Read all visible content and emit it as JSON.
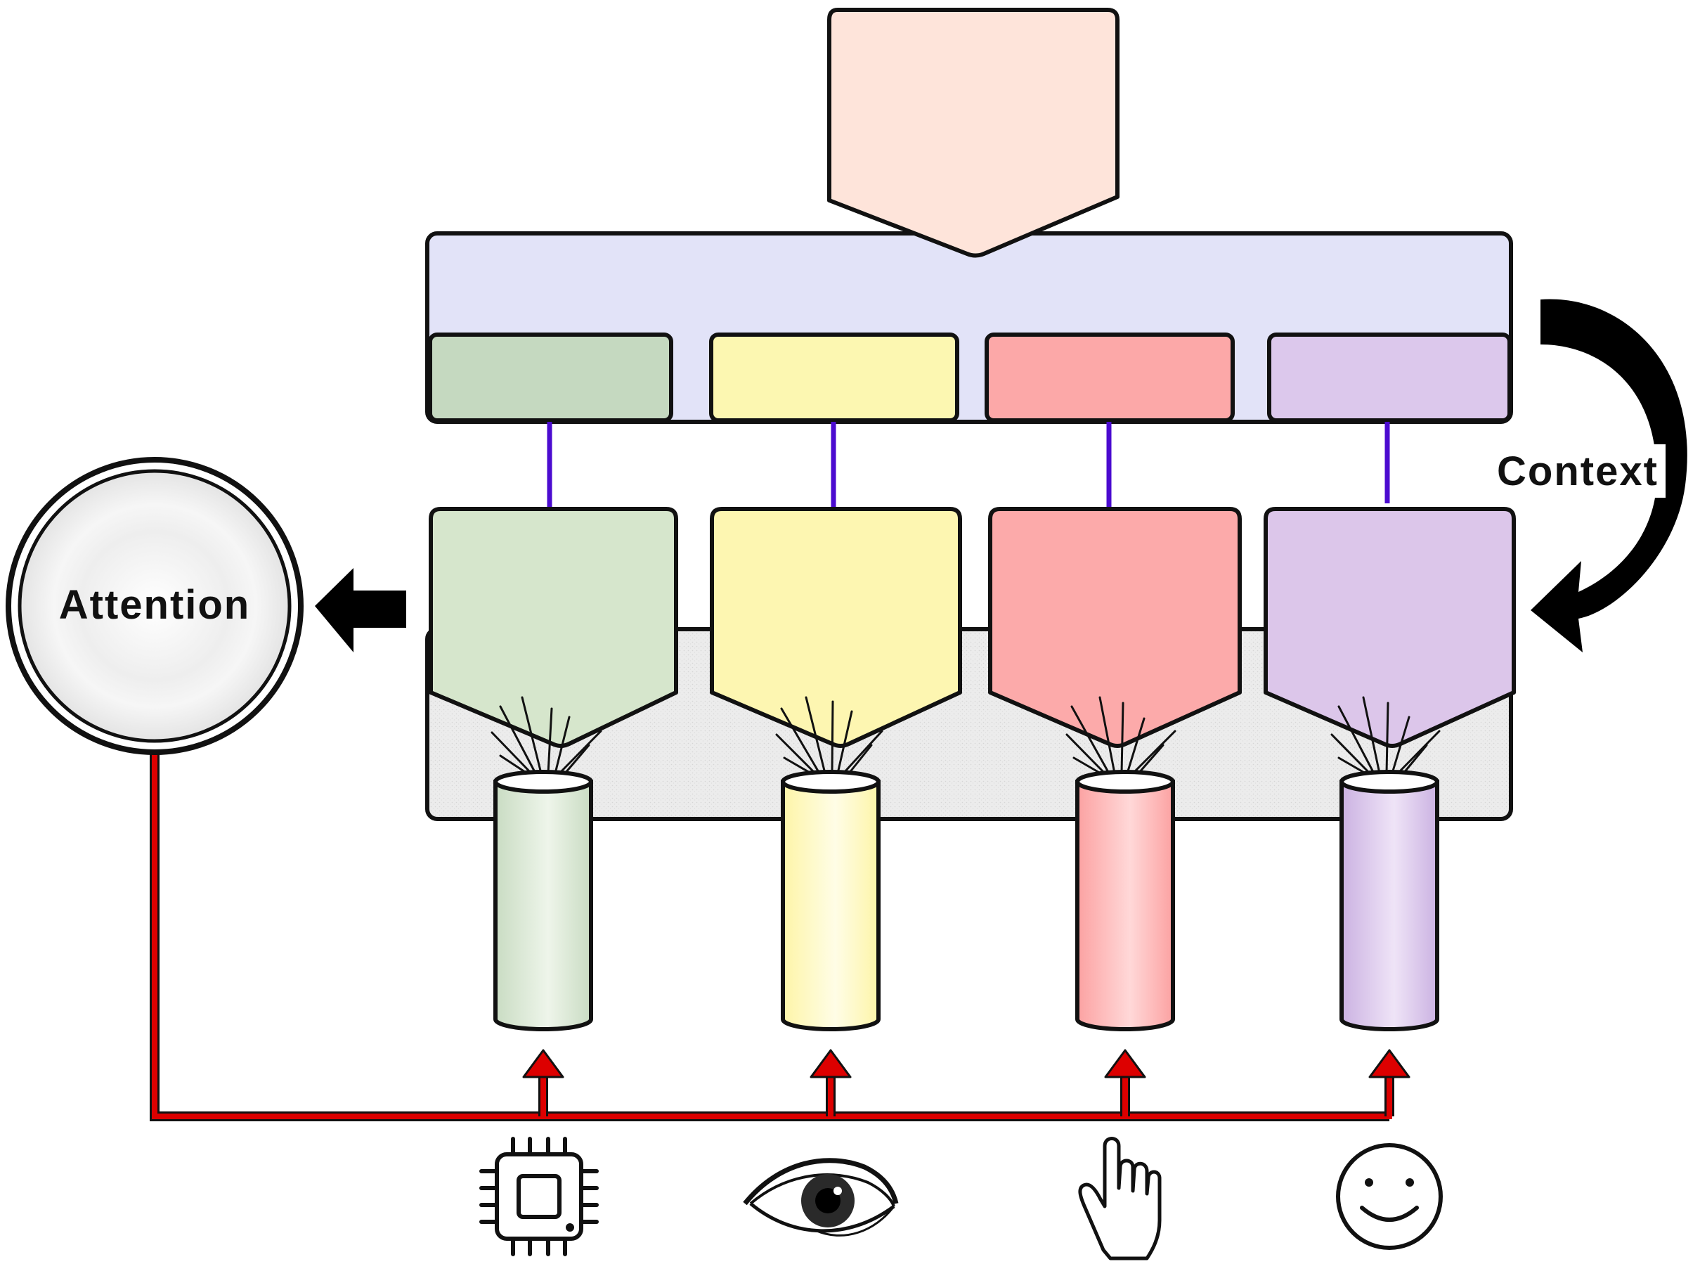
{
  "labels": {
    "attention": "Attention",
    "context": "Context"
  },
  "colors": {
    "top_block": "#fee4da",
    "panel": "#e2e3f8",
    "tray": "#eeeeee",
    "connector": "#4b0bd0",
    "feedback": "#dd0000",
    "outline": "#111111"
  },
  "modules": [
    {
      "name": "green",
      "fill": "#d6e6cc",
      "slot": "#c5d9c0",
      "cyl": "#c9dcc3",
      "icon": "chip-icon"
    },
    {
      "name": "yellow",
      "fill": "#fdf6b1",
      "slot": "#fcf7b1",
      "cyl": "#fdf9b9",
      "icon": "eye-icon"
    },
    {
      "name": "red",
      "fill": "#fcaaaa",
      "slot": "#fca8a8",
      "cyl": "#fcaeae",
      "icon": "hand-icon"
    },
    {
      "name": "purple",
      "fill": "#dcc6ea",
      "slot": "#dcc8ec",
      "cyl": "#d3bde8",
      "icon": "smiley-icon"
    }
  ]
}
